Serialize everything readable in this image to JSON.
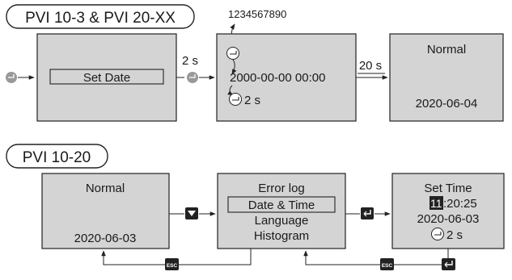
{
  "sections": {
    "top_title": "PVI 10-3 & PVI 20-XX",
    "bottom_title": "PVI 10-20"
  },
  "top_row": {
    "screen1_text": "Set Date",
    "delay_2s": "2 s",
    "digits_hint": "1234567890",
    "screen2_datetime": "2000-00-00 00:00",
    "screen2_hold": "2 s",
    "delay_20s": "20 s",
    "screen3_status": "Normal",
    "screen3_date": "2020-06-04"
  },
  "bottom_row": {
    "screen1_status": "Normal",
    "screen1_date": "2020-06-03",
    "menu": [
      "Error log",
      "Date & Time",
      "Language",
      "Histogram"
    ],
    "settime_title": "Set Time",
    "settime_hour": "11",
    "settime_rest": ":20:25",
    "settime_date": "2020-06-03",
    "settime_hold": "2 s",
    "esc_label": "ESC"
  },
  "colors": {
    "screen_fill": "#d4d4d4",
    "key_fill": "#222222",
    "line": "#222222",
    "enter_dot_fill": "#999999"
  },
  "icons": [
    "enter-key-icon",
    "down-arrow-key-icon",
    "esc-key-icon",
    "hold-enter-icon"
  ]
}
